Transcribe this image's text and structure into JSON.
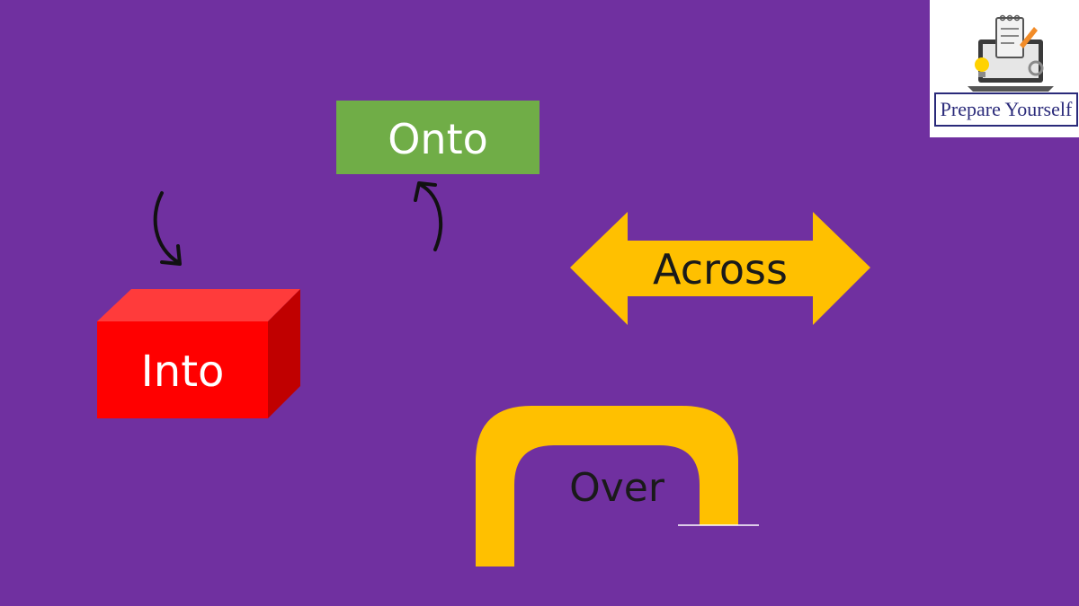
{
  "labels": {
    "onto": "Onto",
    "into": "Into",
    "across": "Across",
    "over": "Over"
  },
  "logo": {
    "text": "Prepare Yourself"
  },
  "colors": {
    "background": "#7030a0",
    "onto_box": "#70ad47",
    "into_box_front": "#ff0000",
    "into_box_top": "#ff3b3b",
    "into_box_side": "#c00000",
    "arrow_gold": "#ffc000",
    "curved_arrow": "#111111"
  },
  "icons": {
    "into_arrow": "curved-arrow-down-icon",
    "onto_arrow": "curved-arrow-up-icon",
    "logo": "laptop-notepad-icon"
  }
}
